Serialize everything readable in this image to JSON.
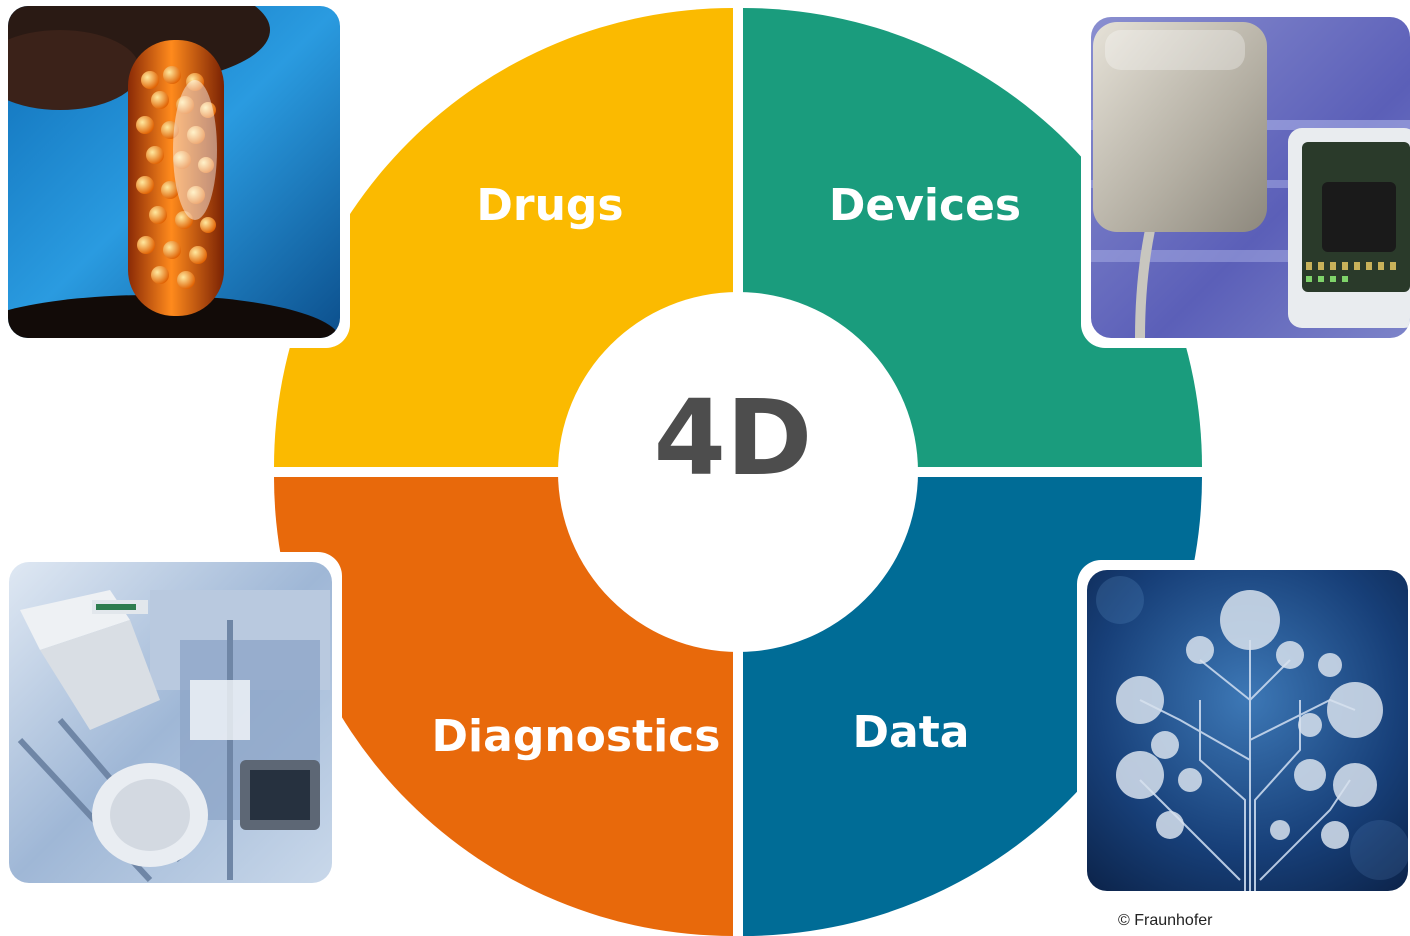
{
  "diagram": {
    "center_label": "4D",
    "quadrants": [
      {
        "key": "drugs",
        "label": "Drugs",
        "color": "#FBBA00"
      },
      {
        "key": "devices",
        "label": "Devices",
        "color": "#1A9C7D"
      },
      {
        "key": "diagnostics",
        "label": "Diagnostics",
        "color": "#E8690B"
      },
      {
        "key": "data",
        "label": "Data",
        "color": "#006C96"
      }
    ],
    "photos": [
      {
        "key": "drugs",
        "subject": "capsule with colored pellets"
      },
      {
        "key": "devices",
        "subject": "implant device and microchip"
      },
      {
        "key": "diagnostics",
        "subject": "laboratory automation robot"
      },
      {
        "key": "data",
        "subject": "digital health icons tree"
      }
    ]
  },
  "footer": {
    "copyright": "© Fraunhofer"
  }
}
